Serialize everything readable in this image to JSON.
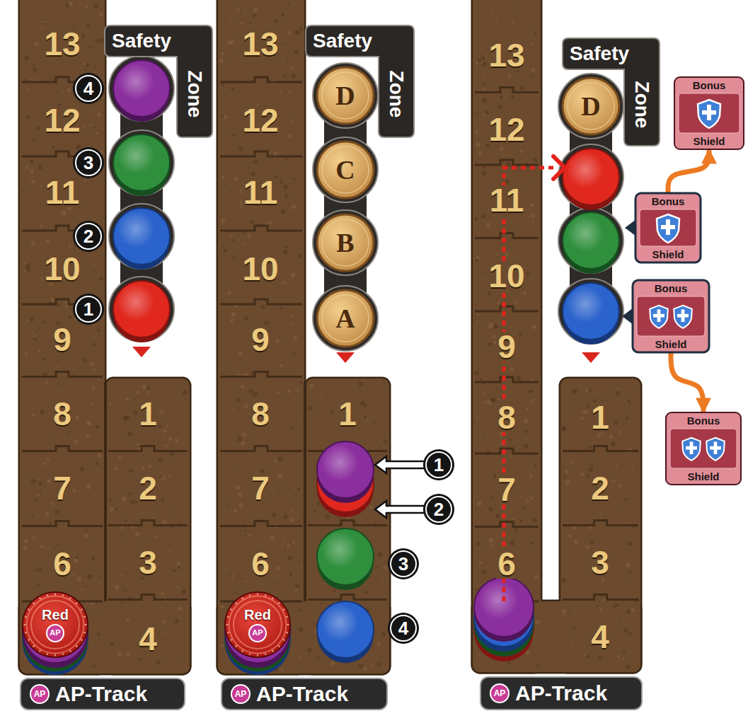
{
  "diagram": {
    "nodes": [
      {
        "text": [
          "Safety",
          "Zone"
        ]
      },
      {
        "text": [
          "4"
        ]
      },
      {
        "text": [
          "3"
        ]
      },
      {
        "text": [
          "2"
        ]
      },
      {
        "text": [
          "1"
        ]
      },
      {
        "text": [
          "Red",
          "AP"
        ]
      },
      {
        "text": [
          "AP",
          "AP-Track"
        ]
      },
      {
        "text": [
          "Safety",
          "Zone"
        ]
      },
      {
        "text": [
          "D"
        ]
      },
      {
        "text": [
          "C"
        ]
      },
      {
        "text": [
          "B"
        ]
      },
      {
        "text": [
          "A"
        ]
      },
      {
        "text": [
          "1"
        ]
      },
      {
        "text": [
          "2"
        ]
      },
      {
        "text": [
          "3"
        ]
      },
      {
        "text": [
          "4"
        ]
      },
      {
        "text": [
          "Red",
          "AP"
        ]
      },
      {
        "text": [
          "AP",
          "AP-Track"
        ]
      },
      {
        "text": [
          "Safety",
          "Zone"
        ]
      },
      {
        "text": [
          "D"
        ]
      },
      {
        "text": [
          "Bonus",
          "Shield"
        ]
      },
      {
        "text": [
          "Bonus",
          "Shield"
        ]
      },
      {
        "text": [
          "Bonus",
          "Shield"
        ]
      },
      {
        "text": [
          "Bonus",
          "Shield"
        ]
      },
      {
        "text": [
          "AP",
          "AP-Track"
        ]
      }
    ],
    "edges": [
      {
        "from": 21,
        "to": 20,
        "arrow": "to"
      },
      {
        "from": 22,
        "to": 23,
        "arrow": "to"
      }
    ],
    "labels": [
      "13",
      "12",
      "11",
      "10",
      "9",
      "8",
      "7",
      "6",
      "1",
      "2",
      "3",
      "4",
      "13",
      "12",
      "11",
      "10",
      "9",
      "8",
      "7",
      "6",
      "1",
      "13",
      "12",
      "11",
      "10",
      "9",
      "8",
      "7",
      "6",
      "1",
      "2",
      "3",
      "4"
    ]
  }
}
